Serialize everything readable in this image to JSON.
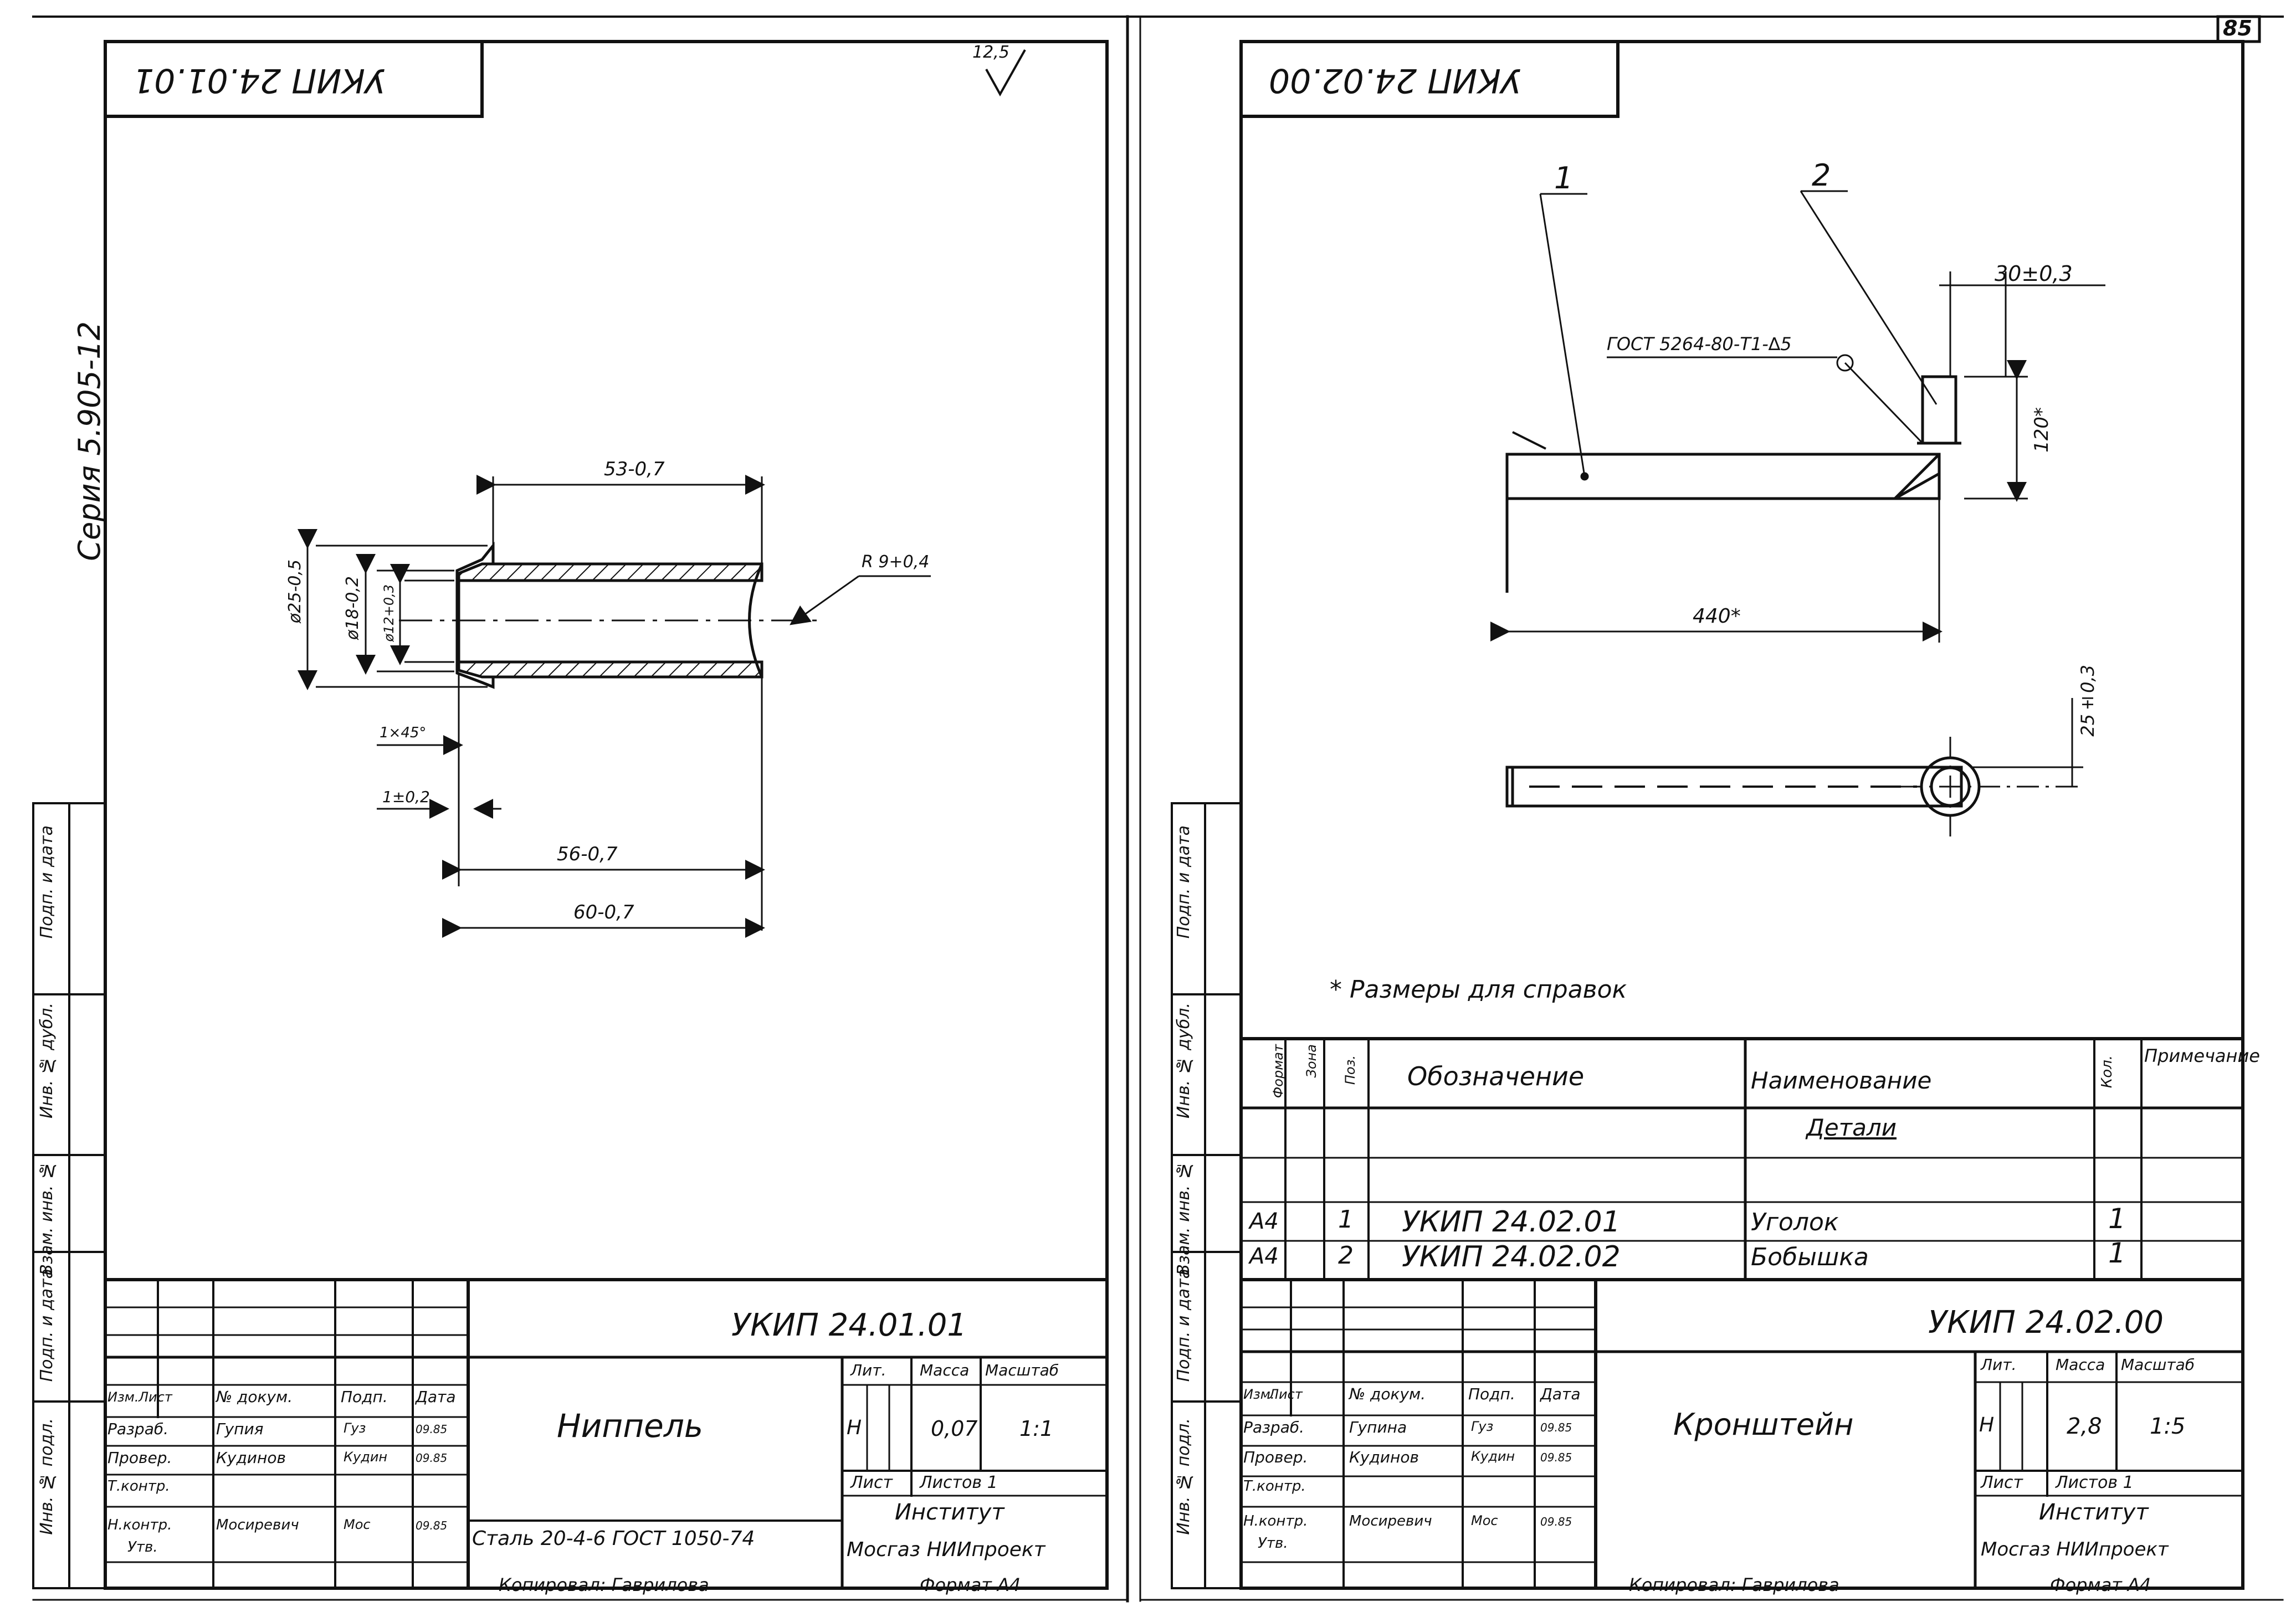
{
  "page_number": "85",
  "roughness_mark": "12,5",
  "series_label": "Серия 5.905-12",
  "left_margin_stamps": [
    "Инв. № подл.",
    "Подп. и дата",
    "Взам. инв. №",
    "Инв. № дубл.",
    "Подп. и дата"
  ],
  "sheet1": {
    "corner_code": "УКИП 24.01.01",
    "dimensions": {
      "d53": "53-0,7",
      "d56": "56-0,7",
      "d60": "60-0,7",
      "phi25": "ø25-0,5",
      "phi18": "ø18-0,2",
      "phi_inner": "ø12+0,3",
      "radius": "R 9+0,4",
      "chamfer": "1×45°",
      "step": "1±0,2"
    },
    "title_block": {
      "designation": "УКИП 24.01.01",
      "name": "Ниппель",
      "material": "Сталь 20-4-6 ГОСТ 1050-74",
      "lit_header": "Лит.",
      "mass_header": "Масса",
      "scale_header": "Масштаб",
      "lit_value": "Н",
      "mass_value": "0,07",
      "scale_value": "1:1",
      "sheet_label": "Лист",
      "sheets_label": "Листов 1",
      "org_line1": "Институт",
      "org_line2": "Мосгаз НИИпроект",
      "col_headers": [
        "Изм.",
        "Лист",
        "№ докум.",
        "Подп.",
        "Дата"
      ],
      "rows": [
        {
          "role": "Разраб.",
          "name": "Гупия",
          "sign": "Гуз",
          "date": "09.85"
        },
        {
          "role": "Провер.",
          "name": "Кудинов",
          "sign": "Кудин",
          "date": "09.85"
        },
        {
          "role": "Т.контр.",
          "name": "",
          "sign": "",
          "date": ""
        },
        {
          "role": "Н.контр.",
          "name": "Мосиревич",
          "sign": "Мос",
          "date": "09.85"
        },
        {
          "role": "Утв.",
          "name": "",
          "sign": "",
          "date": ""
        }
      ]
    },
    "copied_by": "Копировал: Гаврилова",
    "format": "Формат А4"
  },
  "sheet2": {
    "corner_code": "УКИП 24.02.00",
    "callouts": [
      "1",
      "2"
    ],
    "dimensions": {
      "d30": "30±0,3",
      "d120": "120*",
      "d440": "440*",
      "d25": "25±0,3"
    },
    "weld_note": "ГОСТ 5264-80-Т1-∆5",
    "reference_note": "* Размеры для справок",
    "spec_table": {
      "headers": [
        "Формат",
        "Зона",
        "Поз.",
        "Обозначение",
        "Наименование",
        "Кол.",
        "Примечание"
      ],
      "section": "Детали",
      "rows": [
        {
          "format": "А4",
          "pos": "1",
          "designation": "УКИП 24.02.01",
          "name": "Уголок",
          "qty": "1"
        },
        {
          "format": "А4",
          "pos": "2",
          "designation": "УКИП 24.02.02",
          "name": "Бобышка",
          "qty": "1"
        }
      ]
    },
    "title_block": {
      "designation": "УКИП 24.02.00",
      "name": "Кронштейн",
      "lit_header": "Лит.",
      "mass_header": "Масса",
      "scale_header": "Масштаб",
      "lit_value": "Н",
      "mass_value": "2,8",
      "scale_value": "1:5",
      "sheet_label": "Лист",
      "sheets_label": "Листов 1",
      "org_line1": "Институт",
      "org_line2": "Мосгаз НИИпроект",
      "col_headers": [
        "Изм.",
        "Лист",
        "№ докум.",
        "Подп.",
        "Дата"
      ],
      "rows": [
        {
          "role": "Разраб.",
          "name": "Гупина",
          "sign": "Гуз",
          "date": "09.85"
        },
        {
          "role": "Провер.",
          "name": "Кудинов",
          "sign": "Кудин",
          "date": "09.85"
        },
        {
          "role": "Т.контр.",
          "name": "",
          "sign": "",
          "date": ""
        },
        {
          "role": "Н.контр.",
          "name": "Мосиревич",
          "sign": "Мос",
          "date": "09.85"
        },
        {
          "role": "Утв.",
          "name": "",
          "sign": "",
          "date": ""
        }
      ]
    },
    "copied_by": "Копировал: Гаврилова",
    "format": "Формат А4"
  }
}
